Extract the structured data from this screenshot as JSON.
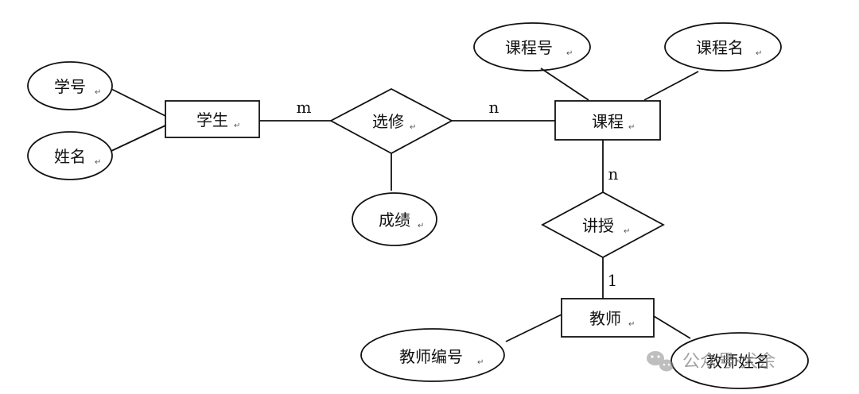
{
  "entities": {
    "student": "学生",
    "course": "课程",
    "teacher": "教师"
  },
  "relationships": {
    "elective": "选修",
    "teach": "讲授"
  },
  "attributes": {
    "student_id": "学号",
    "student_name": "姓名",
    "grade": "成绩",
    "course_id": "课程号",
    "course_name": "课程名",
    "teacher_id": "教师编号",
    "teacher_name": "教师姓名"
  },
  "cardinalities": {
    "student_elective": "m",
    "elective_course": "n",
    "course_teach": "n",
    "teach_teacher": "1"
  },
  "paragraph_mark": "↵",
  "watermark": {
    "text": "公众号·犬余",
    "icon": "wechat-icon"
  }
}
